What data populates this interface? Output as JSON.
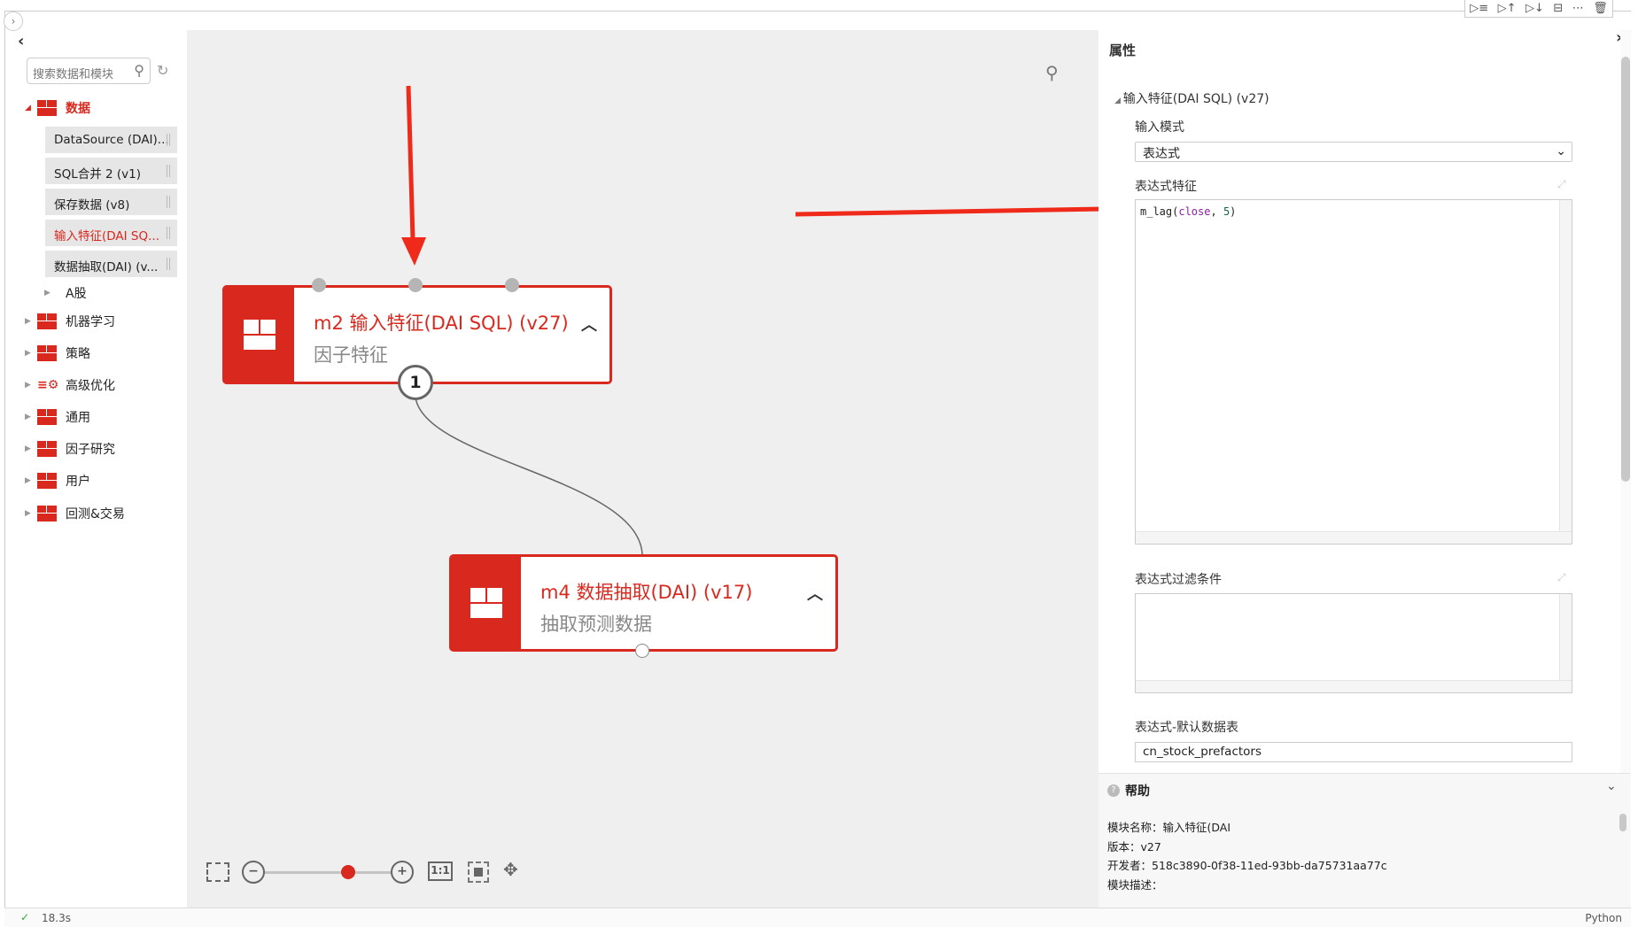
{
  "toolbar": {
    "icons": [
      "run-indent-icon",
      "run-above-icon",
      "run-below-icon",
      "split-icon",
      "more-icon",
      "trash-icon"
    ]
  },
  "sidebar": {
    "search_placeholder": "搜索数据和模块",
    "data_category": "数据",
    "data_items": [
      {
        "label": "DataSource (DAI)...",
        "active": false
      },
      {
        "label": "SQL合并 2 (v1)",
        "active": false
      },
      {
        "label": "保存数据 (v8)",
        "active": false
      },
      {
        "label": "输入特征(DAI SQ...",
        "active": true
      },
      {
        "label": "数据抽取(DAI) (v...",
        "active": false
      }
    ],
    "subfolder": "A股",
    "categories": [
      "机器学习",
      "策略",
      "高级优化",
      "通用",
      "因子研究",
      "用户",
      "回测&交易"
    ]
  },
  "canvas": {
    "nodes": [
      {
        "title": "m2 输入特征(DAI SQL) (v27)",
        "subtitle": "因子特征",
        "output_port": "1"
      },
      {
        "title": "m4 数据抽取(DAI) (v17)",
        "subtitle": "抽取预测数据"
      }
    ],
    "zoom": {
      "fit_label": "1:1",
      "level": 0.7
    }
  },
  "panel": {
    "title": "属性",
    "section": "输入特征(DAI SQL) (v27)",
    "input_mode_label": "输入模式",
    "input_mode_value": "表达式",
    "expr_label": "表达式特征",
    "expr_code": {
      "fn": "m_lag(",
      "arg": "close",
      "sep": ", ",
      "num": "5",
      "end": ")"
    },
    "filter_label": "表达式过滤条件",
    "table_label": "表达式-默认数据表",
    "table_value": "cn_stock_prefactors"
  },
  "help": {
    "title": "帮助",
    "lines": [
      "模块名称：输入特征(DAI",
      "版本：v27",
      "开发者：518c3890-0f38-11ed-93bb-da75731aa77c",
      "模块描述："
    ]
  },
  "status": {
    "check": "✓",
    "time": "18.3s",
    "language": "Python"
  },
  "colors": {
    "accent": "#d9281e",
    "arrow": "#f02a1a"
  }
}
